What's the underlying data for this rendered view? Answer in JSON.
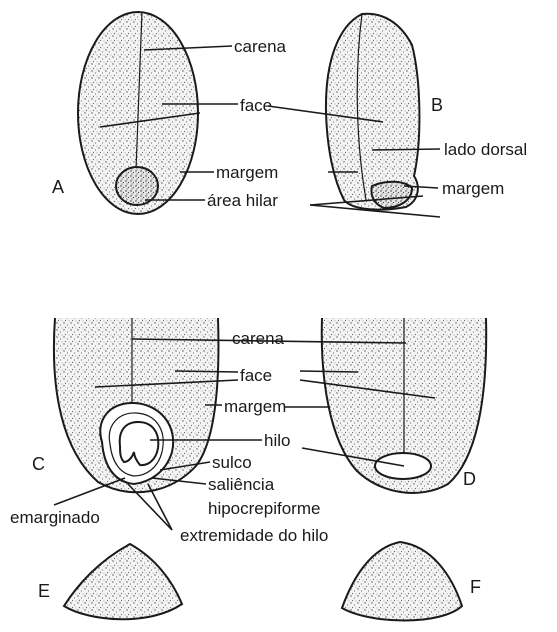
{
  "panel_letters": {
    "a": "A",
    "b": "B",
    "c": "C",
    "d": "D",
    "e": "E",
    "f": "F"
  },
  "labels": {
    "carena": "carena",
    "face": "face",
    "margem": "margem",
    "area_hilar": "área hilar",
    "lado_dorsal": "lado dorsal",
    "margem_b": "margem",
    "carena_2": "carena",
    "face_2": "face",
    "margem_2": "margem",
    "hilo": "hilo",
    "sulco": "sulco",
    "saliencia": "saliência",
    "hipocrepiforme": "hipocrepiforme",
    "emarginado": "emarginado",
    "extremidade_do_hilo": "extremidade do hilo"
  },
  "colors": {
    "ink": "#1a1a1a",
    "seed_fill": "#f2f2f2",
    "background": "#ffffff"
  }
}
